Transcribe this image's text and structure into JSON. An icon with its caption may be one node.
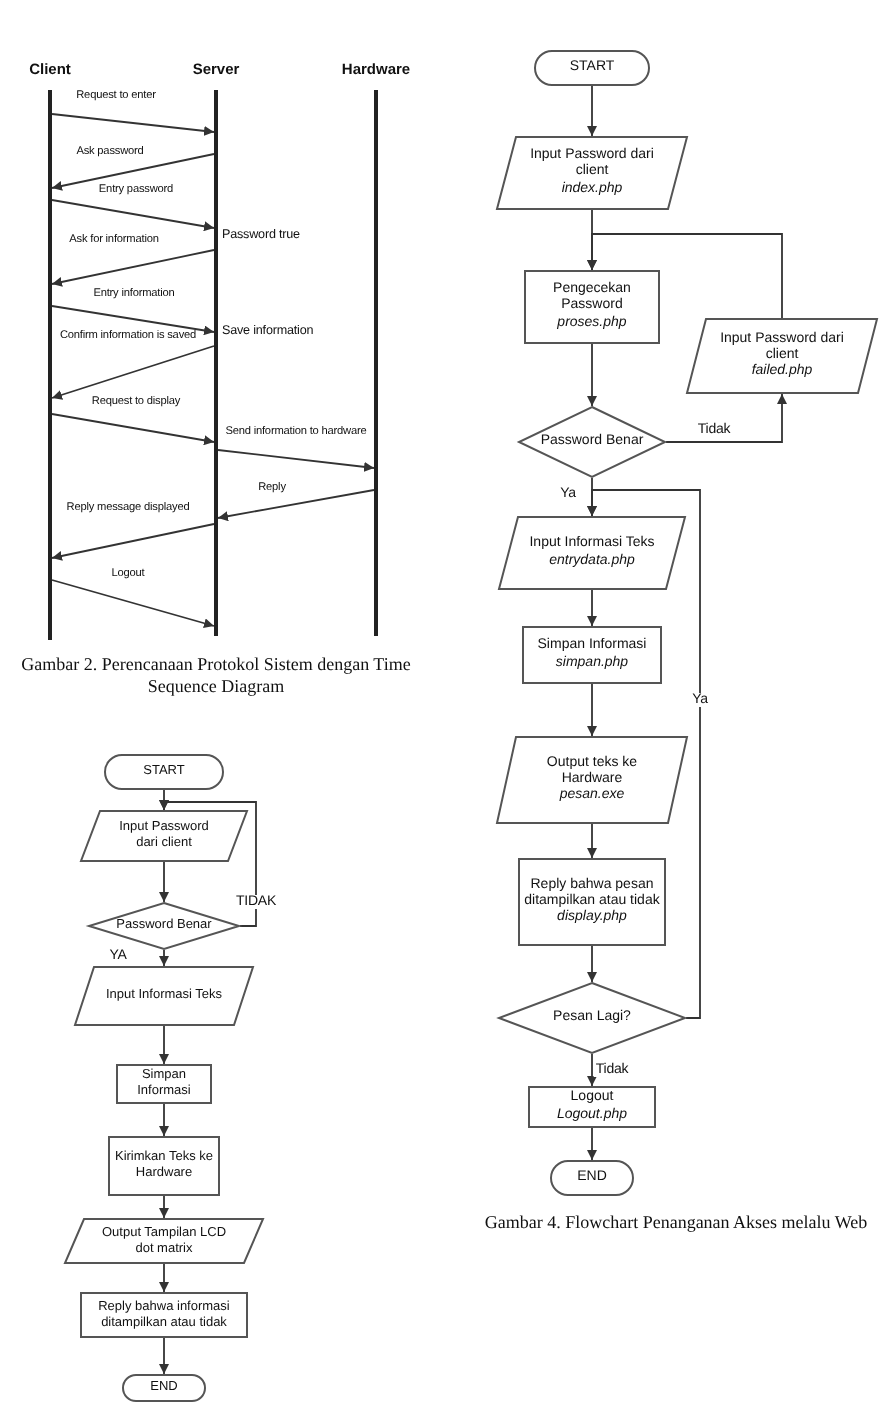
{
  "diagram": {
    "nodes": [
      {
        "text": [],
        "shape": "bar",
        "beside": [
          "Client"
        ]
      },
      {
        "text": [],
        "shape": "bar",
        "beside": [
          "Server"
        ]
      },
      {
        "text": [],
        "shape": "bar",
        "beside": [
          "Hardware"
        ]
      },
      {
        "text": [
          "START"
        ]
      },
      {
        "text": [
          "Input Password dari client"
        ]
      },
      {
        "text": [
          "Password Benar"
        ]
      },
      {
        "text": [
          "Input Informasi Teks"
        ]
      },
      {
        "text": [
          "Simpan Informasi"
        ]
      },
      {
        "text": [
          "Kirimkan Teks ke Hardware"
        ]
      },
      {
        "text": [
          "Output Tampilan LCD dot matrix"
        ]
      },
      {
        "text": [
          "Reply bahwa informasi ditampilkan atau tidak"
        ]
      },
      {
        "text": [
          "END"
        ]
      },
      {
        "text": [
          "START"
        ]
      },
      {
        "text": [
          "Input Password dari client",
          "index.php"
        ]
      },
      {
        "text": [
          "Pengecekan Password",
          "proses.php"
        ]
      },
      {
        "text": [
          "Password Benar"
        ]
      },
      {
        "text": [
          "Input Password dari client",
          "failed.php"
        ]
      },
      {
        "text": [
          "Input Informasi Teks",
          "entrydata.php"
        ]
      },
      {
        "text": [
          "Simpan Informasi",
          "simpan.php"
        ]
      },
      {
        "text": [
          "Output teks ke Hardware",
          "pesan.exe"
        ]
      },
      {
        "text": [
          "Reply bahwa pesan ditampilkan atau tidak",
          "display.php"
        ]
      },
      {
        "text": [
          "Pesan Lagi?"
        ]
      },
      {
        "text": [
          "Logout",
          "Logout.php"
        ]
      },
      {
        "text": [
          "END"
        ]
      }
    ],
    "edges": [
      {
        "from": 0,
        "to": 1,
        "arrow": "to",
        "label": "Request to enter"
      },
      {
        "from": 1,
        "to": 0,
        "arrow": "to",
        "label": "Ask password"
      },
      {
        "from": 0,
        "to": 1,
        "arrow": "to",
        "label": "Entry password"
      },
      {
        "from": 1,
        "to": 0,
        "arrow": "to",
        "label": "Ask for information"
      },
      {
        "from": 0,
        "to": 1,
        "arrow": "to",
        "label": "Entry information"
      },
      {
        "from": 1,
        "to": 0,
        "arrow": "to",
        "label": "Confirm information is saved"
      },
      {
        "from": 0,
        "to": 1,
        "arrow": "to",
        "label": "Request to display"
      },
      {
        "from": 1,
        "to": 2,
        "arrow": "to",
        "label": "Send information to hardware"
      },
      {
        "from": 2,
        "to": 1,
        "arrow": "to",
        "label": "Reply"
      },
      {
        "from": 1,
        "to": 0,
        "arrow": "to",
        "label": "Reply message displayed"
      },
      {
        "from": 0,
        "to": 1,
        "arrow": "to",
        "label": "Logout"
      },
      {
        "from": 3,
        "to": 4,
        "arrow": "to"
      },
      {
        "from": 4,
        "to": 5,
        "arrow": "to"
      },
      {
        "from": 5,
        "to": 4,
        "arrow": "to",
        "label": "TIDAK"
      },
      {
        "from": 5,
        "to": 6,
        "arrow": "to",
        "label": "YA"
      },
      {
        "from": 6,
        "to": 7,
        "arrow": "to"
      },
      {
        "from": 7,
        "to": 8,
        "arrow": "to"
      },
      {
        "from": 8,
        "to": 9,
        "arrow": "to"
      },
      {
        "from": 9,
        "to": 10,
        "arrow": "to"
      },
      {
        "from": 10,
        "to": 11,
        "arrow": "to"
      },
      {
        "from": 12,
        "to": 13,
        "arrow": "to"
      },
      {
        "from": 13,
        "to": 14,
        "arrow": "to"
      },
      {
        "from": 14,
        "to": 15,
        "arrow": "to"
      },
      {
        "from": 15,
        "to": 16,
        "arrow": "to",
        "label": "Tidak"
      },
      {
        "from": 16,
        "to": 14,
        "arrow": "to"
      },
      {
        "from": 15,
        "to": 17,
        "arrow": "to",
        "label": "Ya"
      },
      {
        "from": 17,
        "to": 18,
        "arrow": "to"
      },
      {
        "from": 18,
        "to": 19,
        "arrow": "to"
      },
      {
        "from": 19,
        "to": 20,
        "arrow": "to"
      },
      {
        "from": 20,
        "to": 21,
        "arrow": "to"
      },
      {
        "from": 21,
        "to": 17,
        "arrow": "to",
        "label": "Ya"
      },
      {
        "from": 21,
        "to": 22,
        "arrow": "to",
        "label": "Tidak"
      },
      {
        "from": 22,
        "to": 23,
        "arrow": "to"
      }
    ],
    "labels": [
      "Password true",
      "Save information",
      "Gambar 2. Perencanaan Protokol Sistem dengan Time Sequence Diagram",
      "Gambar 4. Flowchart Penanganan Akses melalu Web"
    ]
  }
}
